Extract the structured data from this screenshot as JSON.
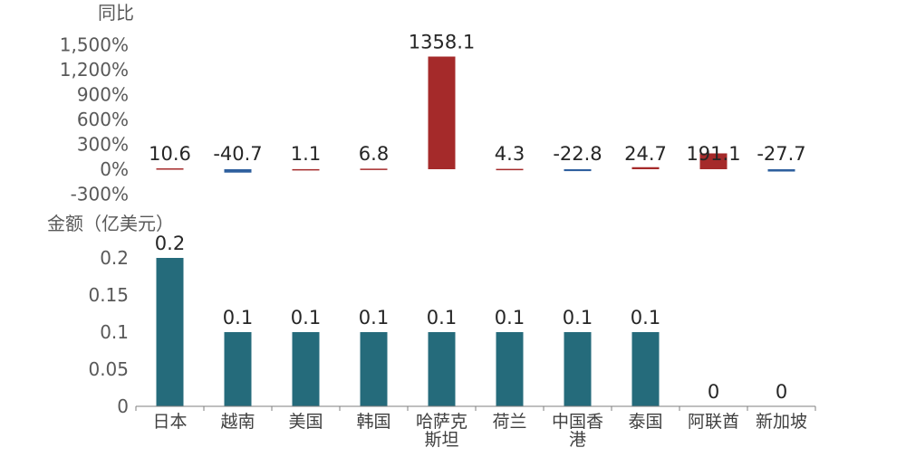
{
  "chart_data": [
    {
      "type": "bar",
      "ylabel": "同比",
      "categories": [
        "日本",
        "越南",
        "美国",
        "韩国",
        "哈萨克斯坦",
        "荷兰",
        "中国香港",
        "泰国",
        "阿联酋",
        "新加坡"
      ],
      "values": [
        10.6,
        -40.7,
        1.1,
        6.8,
        1358.1,
        4.3,
        -22.8,
        24.7,
        191.1,
        -27.7
      ],
      "data_labels": [
        "10.6",
        "-40.7",
        "1.1",
        "6.8",
        "1358.1",
        "4.3",
        "-22.8",
        "24.7",
        "191.1",
        "-27.7"
      ],
      "yticks": [
        -300,
        0,
        300,
        600,
        900,
        1200,
        1500
      ],
      "ytick_labels": [
        "-300%",
        "0%",
        "300%",
        "600%",
        "900%",
        "1,200%",
        "1,500%"
      ],
      "ylim": [
        -300,
        1500
      ],
      "colors": {
        "positive": "#a52a2a",
        "negative": "#2e5f9e"
      }
    },
    {
      "type": "bar",
      "ylabel": "金额（亿美元）",
      "categories": [
        "日本",
        "越南",
        "美国",
        "韩国",
        "哈萨克斯坦",
        "荷兰",
        "中国香港",
        "泰国",
        "阿联酋",
        "新加坡"
      ],
      "category_lines": [
        [
          "日本"
        ],
        [
          "越南"
        ],
        [
          "美国"
        ],
        [
          "韩国"
        ],
        [
          "哈萨克",
          "斯坦"
        ],
        [
          "荷兰"
        ],
        [
          "中国香",
          "港"
        ],
        [
          "泰国"
        ],
        [
          "阿联酋"
        ],
        [
          "新加坡"
        ]
      ],
      "values": [
        0.2,
        0.1,
        0.1,
        0.1,
        0.1,
        0.1,
        0.1,
        0.1,
        0,
        0
      ],
      "data_labels": [
        "0.2",
        "0.1",
        "0.1",
        "0.1",
        "0.1",
        "0.1",
        "0.1",
        "0.1",
        "0",
        "0"
      ],
      "yticks": [
        0,
        0.05,
        0.1,
        0.15,
        0.2
      ],
      "ytick_labels": [
        "0",
        "0.05",
        "0.1",
        "0.15",
        "0.2"
      ],
      "ylim": [
        0,
        0.2
      ],
      "colors": {
        "bar": "#256b7b",
        "axis": "#7f7f7f"
      }
    }
  ]
}
